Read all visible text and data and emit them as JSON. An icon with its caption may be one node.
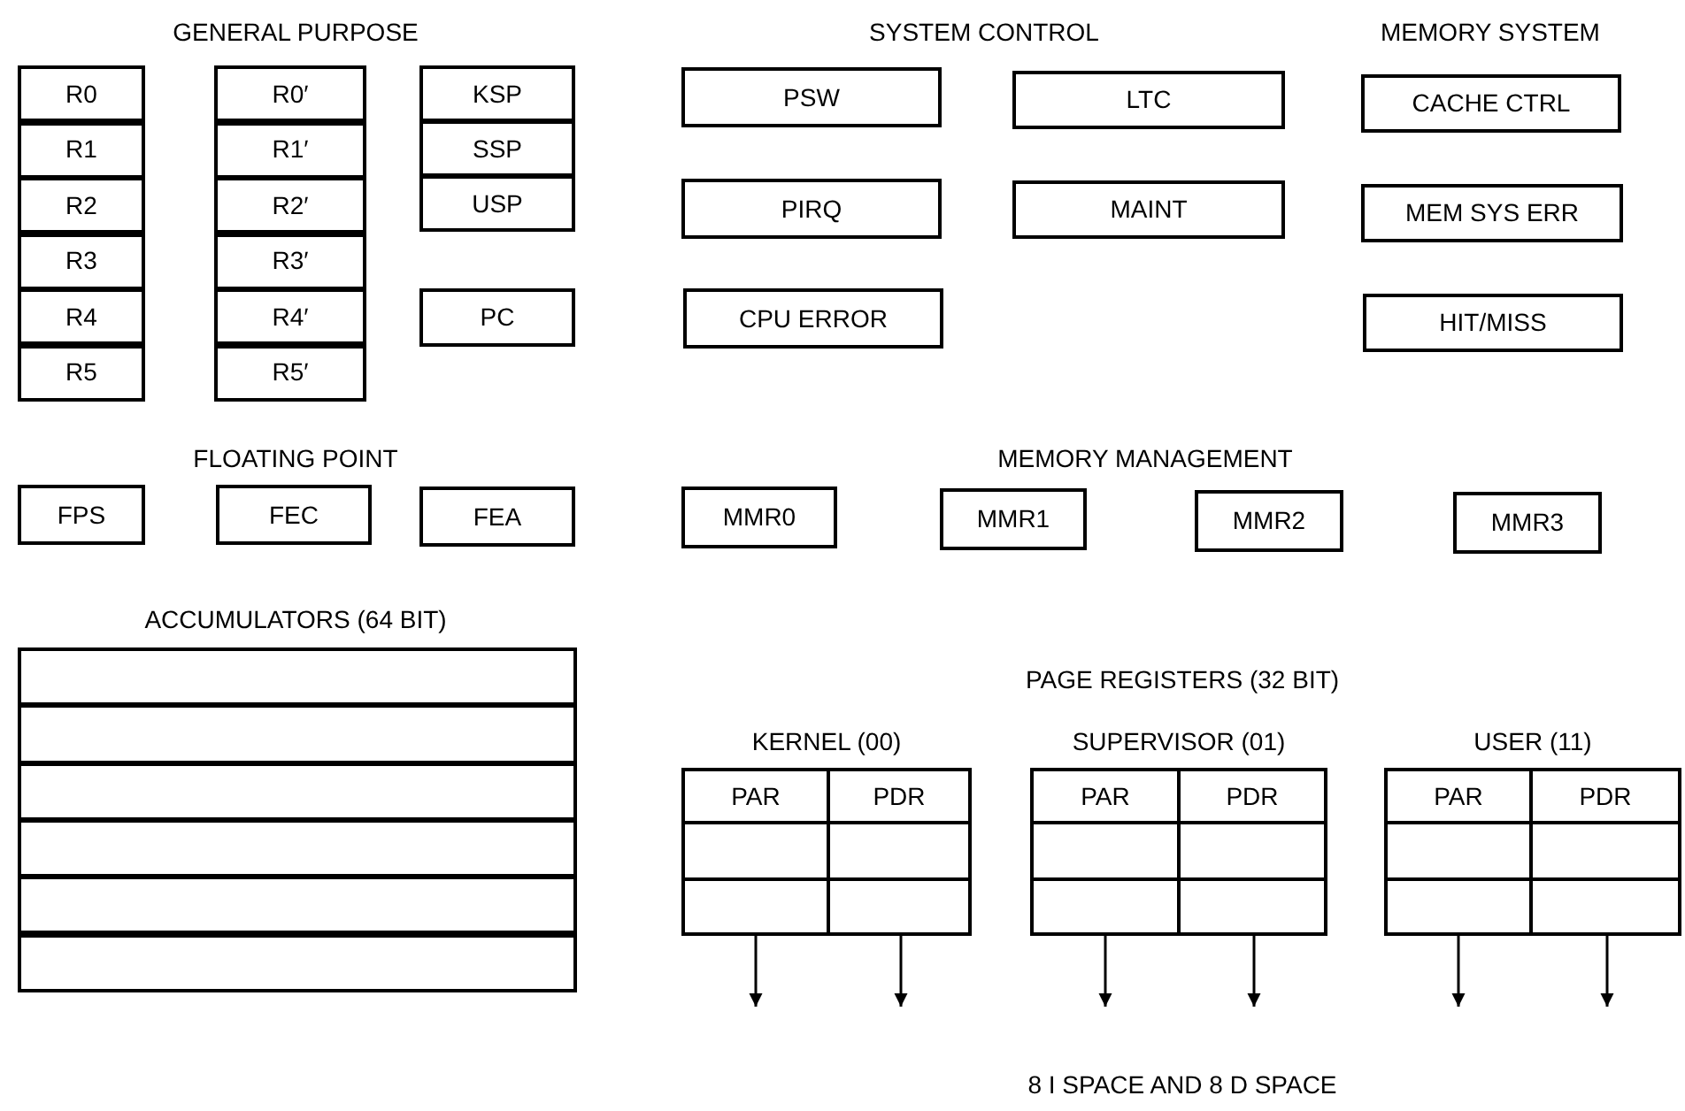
{
  "diagram": {
    "nodes": [
      {
        "text": [
          "R0"
        ]
      },
      {
        "text": [
          "R1"
        ]
      },
      {
        "text": [
          "R2"
        ]
      },
      {
        "text": [
          "R3"
        ]
      },
      {
        "text": [
          "R4"
        ]
      },
      {
        "text": [
          "R5"
        ]
      },
      {
        "text": [
          "R0′"
        ]
      },
      {
        "text": [
          "R1′"
        ]
      },
      {
        "text": [
          "R2′"
        ]
      },
      {
        "text": [
          "R3′"
        ]
      },
      {
        "text": [
          "R4′"
        ]
      },
      {
        "text": [
          "R5′"
        ]
      },
      {
        "text": [
          "KSP"
        ]
      },
      {
        "text": [
          "SSP"
        ]
      },
      {
        "text": [
          "USP"
        ]
      },
      {
        "text": [
          "PC"
        ]
      },
      {
        "text": [
          "PSW"
        ]
      },
      {
        "text": [
          "LTC"
        ]
      },
      {
        "text": [
          "PIRQ"
        ]
      },
      {
        "text": [
          "MAINT"
        ]
      },
      {
        "text": [
          "CPU ERROR"
        ]
      },
      {
        "text": [
          "CACHE CTRL"
        ]
      },
      {
        "text": [
          "MEM SYS ERR"
        ]
      },
      {
        "text": [
          "HIT/MISS"
        ]
      },
      {
        "text": [
          "FPS"
        ]
      },
      {
        "text": [
          "FEC"
        ]
      },
      {
        "text": [
          "FEA"
        ]
      },
      {
        "text": [
          "MMR0"
        ]
      },
      {
        "text": [
          "MMR1"
        ]
      },
      {
        "text": [
          "MMR2"
        ]
      },
      {
        "text": [
          "MMR3"
        ]
      },
      {
        "text": [],
        "shape": "box"
      },
      {
        "text": [],
        "shape": "box"
      },
      {
        "text": [],
        "shape": "box"
      },
      {
        "text": [],
        "shape": "box"
      },
      {
        "text": [],
        "shape": "box"
      },
      {
        "text": [],
        "shape": "box"
      },
      {
        "text": [
          "KERNEL (00)"
        ]
      },
      {
        "text": [
          "PAR"
        ],
        "in": 37
      },
      {
        "text": [
          "PDR"
        ],
        "in": 37
      },
      {
        "text": [
          "SUPERVISOR (01)"
        ]
      },
      {
        "text": [
          "PAR"
        ],
        "in": 40
      },
      {
        "text": [
          "PDR"
        ],
        "in": 40
      },
      {
        "text": [
          "USER (11)"
        ]
      },
      {
        "text": [
          "PAR"
        ],
        "in": 43
      },
      {
        "text": [
          "PDR"
        ],
        "in": 43
      }
    ],
    "edges": [
      {
        "from": 38,
        "to": null,
        "arrow": "to"
      },
      {
        "from": 39,
        "to": null,
        "arrow": "to"
      },
      {
        "from": 41,
        "to": null,
        "arrow": "to"
      },
      {
        "from": 42,
        "to": null,
        "arrow": "to"
      },
      {
        "from": 44,
        "to": null,
        "arrow": "to"
      },
      {
        "from": 45,
        "to": null,
        "arrow": "to"
      }
    ],
    "labels": [
      "GENERAL PURPOSE",
      "SYSTEM CONTROL",
      "MEMORY SYSTEM",
      "FLOATING POINT",
      "MEMORY MANAGEMENT",
      "ACCUMULATORS (64 BIT)",
      "PAGE REGISTERS (32 BIT)",
      "8 I SPACE AND 8 D SPACE"
    ]
  }
}
